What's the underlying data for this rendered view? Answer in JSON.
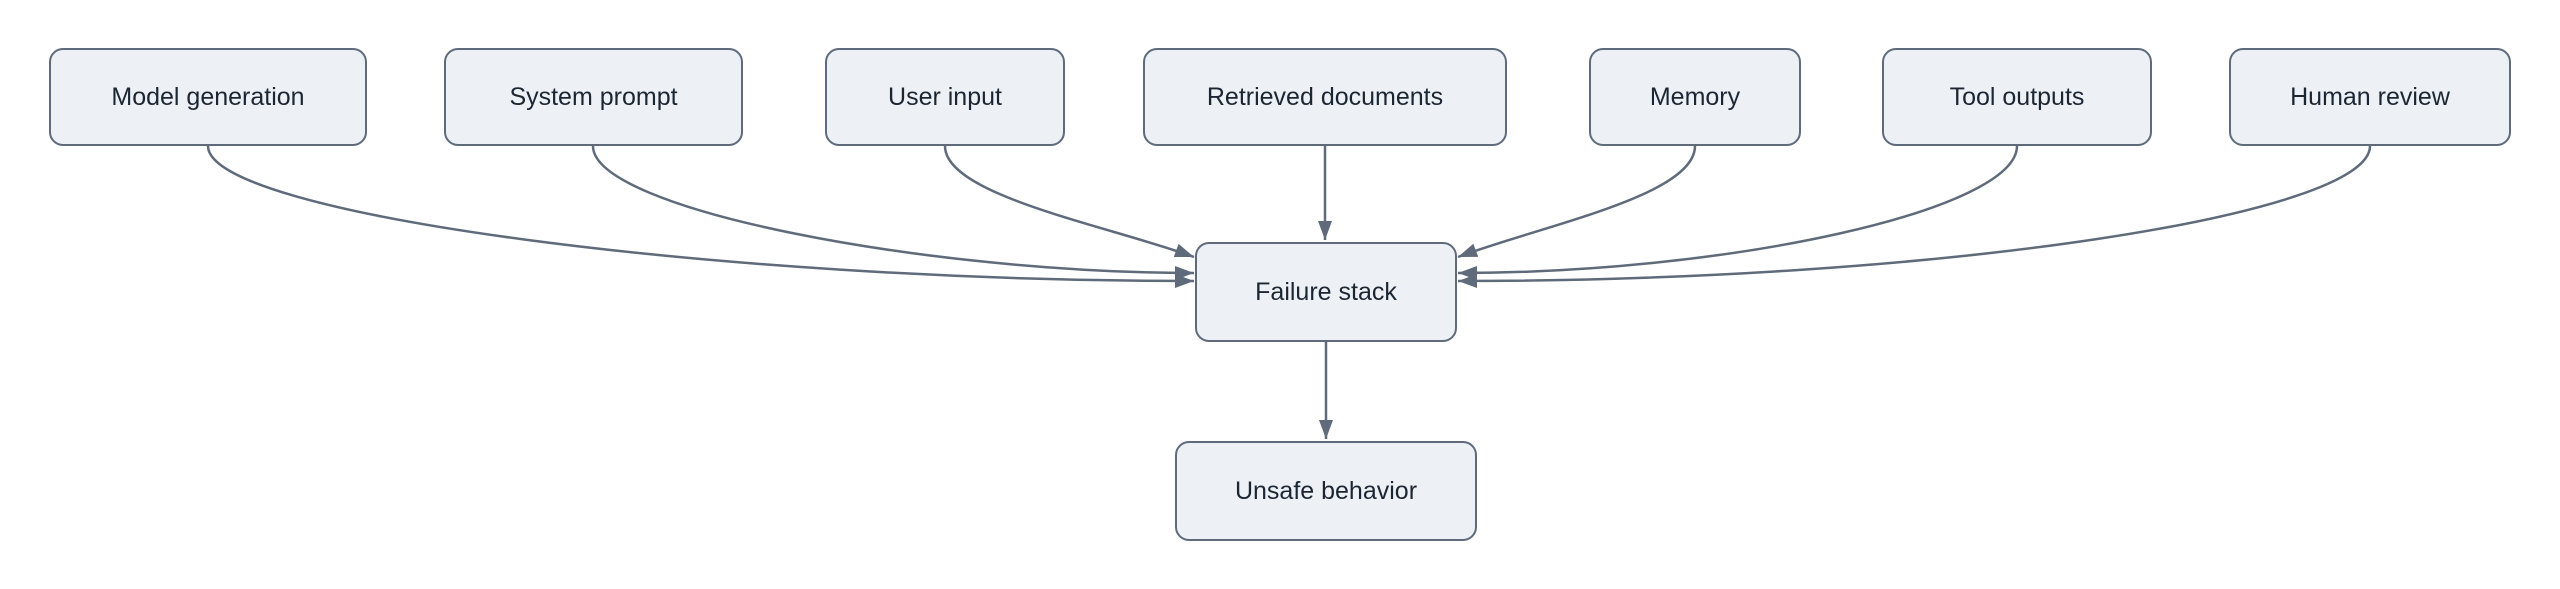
{
  "diagram": {
    "type": "flowchart",
    "direction": "sources-converge-to-center-then-down",
    "nodes": [
      {
        "id": "model-generation",
        "label": "Model generation"
      },
      {
        "id": "system-prompt",
        "label": "System prompt"
      },
      {
        "id": "user-input",
        "label": "User input"
      },
      {
        "id": "retrieved-documents",
        "label": "Retrieved documents"
      },
      {
        "id": "memory",
        "label": "Memory"
      },
      {
        "id": "tool-outputs",
        "label": "Tool outputs"
      },
      {
        "id": "human-review",
        "label": "Human review"
      },
      {
        "id": "failure-stack",
        "label": "Failure stack"
      },
      {
        "id": "unsafe-behavior",
        "label": "Unsafe behavior"
      }
    ],
    "edges": [
      {
        "from": "model-generation",
        "to": "failure-stack"
      },
      {
        "from": "system-prompt",
        "to": "failure-stack"
      },
      {
        "from": "user-input",
        "to": "failure-stack"
      },
      {
        "from": "retrieved-documents",
        "to": "failure-stack"
      },
      {
        "from": "memory",
        "to": "failure-stack"
      },
      {
        "from": "tool-outputs",
        "to": "failure-stack"
      },
      {
        "from": "human-review",
        "to": "failure-stack"
      },
      {
        "from": "failure-stack",
        "to": "unsafe-behavior"
      }
    ],
    "colors": {
      "background": "#ffffff",
      "node_fill": "#edf1f6",
      "node_border": "#5f6b7b",
      "edge": "#5f6b7b",
      "text": "#1c2633"
    }
  }
}
